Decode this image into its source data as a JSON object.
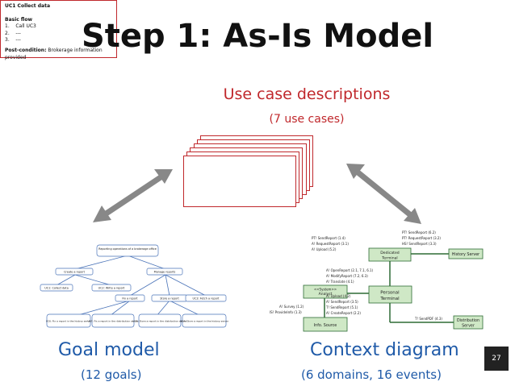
{
  "slide": {
    "title": "Step 1: As-Is Model",
    "page_number": "27"
  },
  "use_cases": {
    "title": "Use case descriptions",
    "subtitle": "(7 use cases)",
    "card": {
      "heading": "UC1 Collect data",
      "basic_flow_label": "Basic flow",
      "steps": [
        "1.    Call UC3",
        "2.    ---",
        "3.    ---"
      ],
      "postcondition_label": "Post-condition:",
      "postcondition_text": "Brokerage information provided"
    }
  },
  "goal_model": {
    "title": "Goal model",
    "subtitle": "(12 goals)",
    "nodes": {
      "root": "Reporting operations of a brokerage office",
      "create": "Create a report",
      "manage": "Manage reports",
      "collect": "UC1: Collect data",
      "write": "UC2: Write a report",
      "fix": "Fix a report",
      "store": "Store a report",
      "fetch": "UC3: Fetch a report",
      "uc6": "UC6: Fix a report in the history server",
      "uc7": "UC7: Fix a report in the distribution server",
      "uc5": "UC5: Store a report in the distribution server",
      "uc4": "UC4: Store a report in the history server"
    }
  },
  "context_diagram": {
    "title": "Context diagram",
    "subtitle": "(6 domains, 16 events)",
    "domains": {
      "analyst_stereo": "<<System>>",
      "analyst": "Analyst",
      "personal1": "Personal",
      "personal2": "Terminal",
      "dedicated1": "Dedicated",
      "dedicated2": "Terminal",
      "history": "History Server",
      "distribution1": "Distribution",
      "distribution2": "Server",
      "info": "Info. Source"
    },
    "event_groups": {
      "pt_top": [
        "PT! SendReport (1.4)",
        "A! RequestReport (3.1)",
        "A! Upload (5.2)"
      ],
      "hist_top": [
        "PT! SendReport (6.2)",
        "PT! RequestReport (3.2)",
        "HS! SendReport (3.3)"
      ],
      "analyst_pt": [
        "A! OpenReport (2.1, 7.1, 6.1)",
        "A! ModifyReport (7.2, 6.3)",
        "A! Translate (4.1)"
      ],
      "pt_analyst": [
        "A! Upload (4.2)",
        "A! SendReport (3.5)",
        "T! SendReport (5.1)",
        "A! CreateReport (2.2)"
      ],
      "info_events": [
        "A! Survey (1.2)",
        "IS! ProvideInfo (1.3)"
      ],
      "dist_event": [
        "T! SendPDF (4.3)"
      ]
    }
  }
}
